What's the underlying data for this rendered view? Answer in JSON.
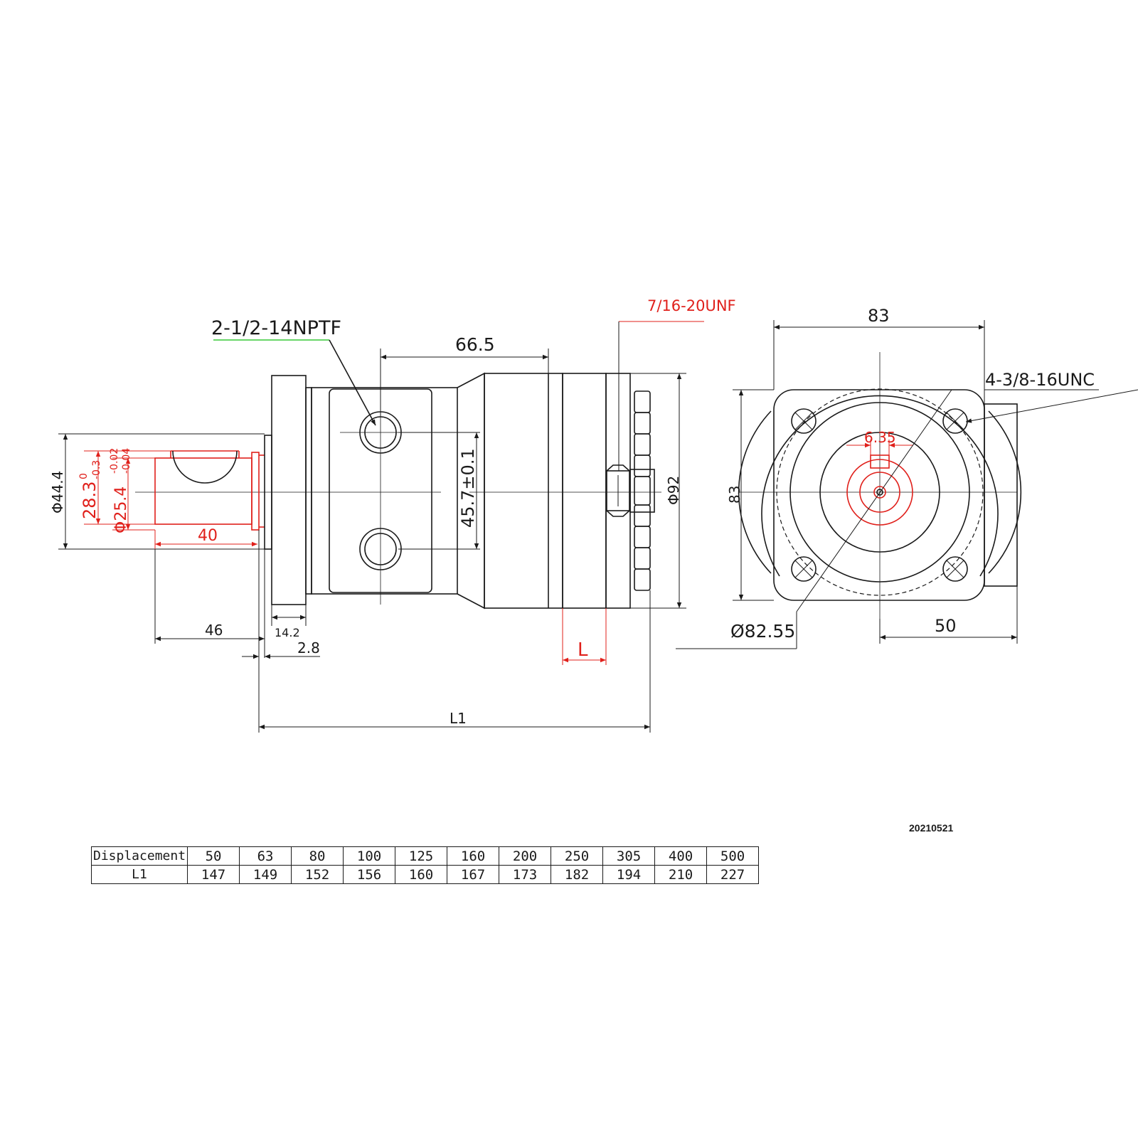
{
  "labels": {
    "port_thread": "2-1/2-14NPTF",
    "drain_thread": "7/16-20UNF",
    "port_spacing_top": "66.5",
    "port_spacing_vertical": "45.7±0.1",
    "body_diameter": "Φ92",
    "flange_dia": "Φ44.4",
    "shaft_key": "28.3",
    "shaft_key_tol": "0\n-0.3",
    "shaft_dia": "Φ25.4",
    "shaft_dia_tol": "-0.02\n-0.04",
    "shaft_length": "40",
    "shaft_total": "46",
    "flange_thk": "14.2",
    "pilot_thk": "2.8",
    "drain_dim": "L",
    "overall_length": "L1",
    "front_width": "83",
    "front_height": "83",
    "mount_holes": "4-3/8-16UNC",
    "key_width": "6.35",
    "bolt_circle": "Ø82.55",
    "offset": "50"
  },
  "table": {
    "header_label": "Displacement",
    "row_label": "L1",
    "displacement": [
      "50",
      "63",
      "80",
      "100",
      "125",
      "160",
      "200",
      "250",
      "305",
      "400",
      "500"
    ],
    "l1": [
      "147",
      "149",
      "152",
      "156",
      "160",
      "167",
      "173",
      "182",
      "194",
      "210",
      "227"
    ]
  },
  "stamp": "20210521",
  "colors": {
    "line": "#1a1a1a",
    "accent": "#e0201b",
    "leader": "#37c837"
  }
}
